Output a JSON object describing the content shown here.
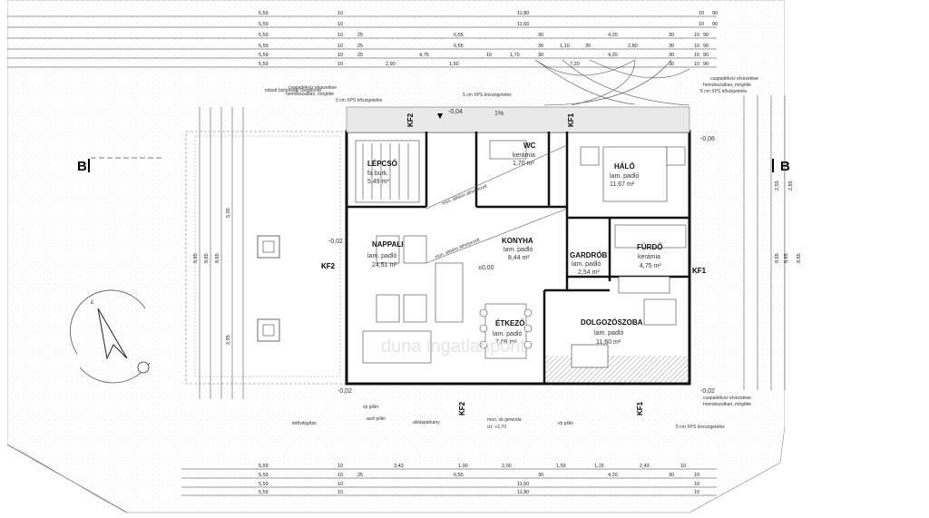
{
  "section_labels": {
    "left": "B",
    "right": "B"
  },
  "dims": {
    "top_row1": [
      "5,59",
      "10",
      "11,80",
      "10",
      "90"
    ],
    "top_row2": [
      "5,59",
      "10",
      "11,60",
      "10",
      "90"
    ],
    "top_row3": [
      "5,59",
      "10",
      "25",
      "6,55",
      "30",
      "4,20",
      "30",
      "10",
      "90"
    ],
    "top_row4": [
      "5,59",
      "10",
      "25",
      "6,55",
      "30",
      "1,10",
      "30",
      "2,80",
      "30",
      "10",
      "90"
    ],
    "top_row5": [
      "5,59",
      "10",
      "25",
      "4,75",
      "10",
      "1,70",
      "30",
      "4,20",
      "30",
      "10",
      "90"
    ],
    "top_row6": [
      "5,59",
      "10",
      "2,90",
      "1,50",
      "7,20",
      "30",
      "10",
      "90"
    ],
    "bot_row1": [
      "5,59",
      "10",
      "3,43",
      "1,00",
      "2,00",
      "1,59",
      "1,15",
      "2,43",
      "10"
    ],
    "bot_row2": [
      "5,59",
      "10",
      "25",
      "6,55",
      "30",
      "4,20",
      "30",
      "10"
    ],
    "bot_row3": [
      "5,59",
      "10",
      "11,60",
      "10"
    ],
    "bot_row4": [
      "5,59",
      "10",
      "11,80",
      "10"
    ],
    "right_totals": [
      "2,55",
      "2,85",
      "8,65",
      "8,65",
      "8,85"
    ],
    "left_totals": [
      "8,85",
      "8,65",
      "8,65",
      "5,05",
      "2,95"
    ]
  },
  "rooms": {
    "lepcso": {
      "name": "LÉPCSŐ",
      "area": "5,49 m²",
      "sub": "fa burk."
    },
    "wc": {
      "name": "WC",
      "floor": "kerámia",
      "area": "1,70 m²"
    },
    "halo": {
      "name": "HÁLÓ",
      "floor": "lam. padló",
      "area": "11,67 m²"
    },
    "nappali": {
      "name": "NAPPALI",
      "floor": "lam. padló",
      "area": "24,51 m²"
    },
    "konyha": {
      "name": "KONYHA",
      "floor": "lam. padló",
      "area": "8,44 m²"
    },
    "gardrob": {
      "name": "GARDRÓB",
      "floor": "lam. padló",
      "area": "2,54 m²"
    },
    "furdo": {
      "name": "FÜRDŐ",
      "floor": "kerámia",
      "area": "4,75 m²"
    },
    "etkezo": {
      "name": "ÉTKEZŐ",
      "floor": "lam. padló",
      "area": "7,08 m²"
    },
    "dolgozoszoba": {
      "name": "DOLGOZÓSZOBA",
      "floor": "lam. padló",
      "area": "11,60 m²"
    }
  },
  "markers": {
    "kf1": "KF1",
    "kf2": "KF2"
  },
  "levels": {
    "top": "-0,04",
    "right": "-0,06",
    "left": "-0,02",
    "bottom_left": "-0,02",
    "bottom_right": "-0,02",
    "slope": "1%",
    "door_height": "±0,00"
  },
  "notes": {
    "top_left_1": "csapadékvíz elvezetése",
    "top_left_2": "homokszalban, mögötte",
    "top_left_3": "5 cm XPS hőszigetelés",
    "top_left_4": "edzett biztonsági üvegkorlát",
    "top_center": "5 cm XPS kövszigetelés",
    "top_right_1": "csapadékvíz elvezetése",
    "top_right_2": "homokszalban, mögötte",
    "top_right_3": "5 cm XPS hőszigetelés",
    "diag_1": "mon. átfalon áthelyezett",
    "diag_2": "mon. átfalon áthelyezett",
    "bottom_1": "acél pillér",
    "bottom_2": "vb pillér",
    "bottom_3": "ablakpárkány",
    "bottom_4": "mon. vb gerenda",
    "bottom_5": "d.t: +2,70",
    "bottom_6": "vb pillér",
    "bottom_7": "tetővilágítás",
    "bottom_right_1": "csapadékvíz elvezetése",
    "bottom_right_2": "homokszalban, mögötte",
    "bottom_right_3": "5 cm XPS kövszigetelés",
    "compass": "É"
  },
  "watermark": "duna ingatlanpont"
}
